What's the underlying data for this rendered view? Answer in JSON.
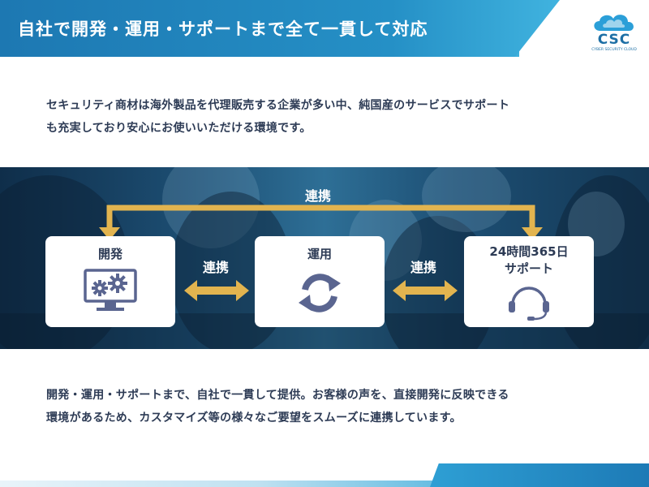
{
  "header": {
    "title": "自社で開発・運用・サポートまで全て一貫して対応"
  },
  "logo": {
    "text": "CSC",
    "subtitle": "CYBER SECURITY CLOUD",
    "icon": "cloud-icon"
  },
  "intro": {
    "line1": "セキュリティ商材は海外製品を代理販売する企業が多い中、純国産のサービスでサポート",
    "line2": "も充実しており安心にお使いいただける環境です。"
  },
  "diagram": {
    "top_link_label": "連携",
    "left_link_label": "連携",
    "right_link_label": "連携",
    "cards": {
      "dev": {
        "title": "開発",
        "icon": "monitor-gears-icon"
      },
      "ops": {
        "title": "運用",
        "icon": "refresh-cycle-icon"
      },
      "support": {
        "title_line1": "24時間365日",
        "title_line2": "サポート",
        "icon": "headset-icon"
      }
    },
    "arrow_color": "#e2b44f",
    "icon_color": "#5a6590"
  },
  "outro": {
    "line1": "開発・運用・サポートまで、自社で一貫して提供。お客様の声を、直接開発に反映できる",
    "line2": "環境があるため、カスタマイズ等の様々なご要望をスムーズに連携しています。"
  },
  "colors": {
    "brand_blue": "#1f7fb8",
    "text_navy": "#2d3b55"
  }
}
